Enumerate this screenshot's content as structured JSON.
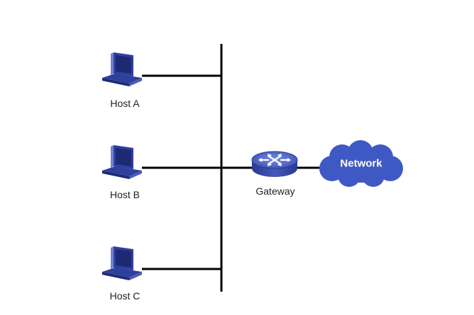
{
  "hosts": [
    {
      "label": "Host A"
    },
    {
      "label": "Host B"
    },
    {
      "label": "Host C"
    }
  ],
  "gateway": {
    "label": "Gateway",
    "icon": "router-icon"
  },
  "network": {
    "label": "Network",
    "icon": "cloud-icon"
  },
  "colors": {
    "line": "#000000",
    "device_blue": "#2f3f9c",
    "device_dark": "#1d2a73",
    "device_light": "#6f82d6",
    "cloud": "#3f59c4",
    "label_text": "#222222"
  }
}
